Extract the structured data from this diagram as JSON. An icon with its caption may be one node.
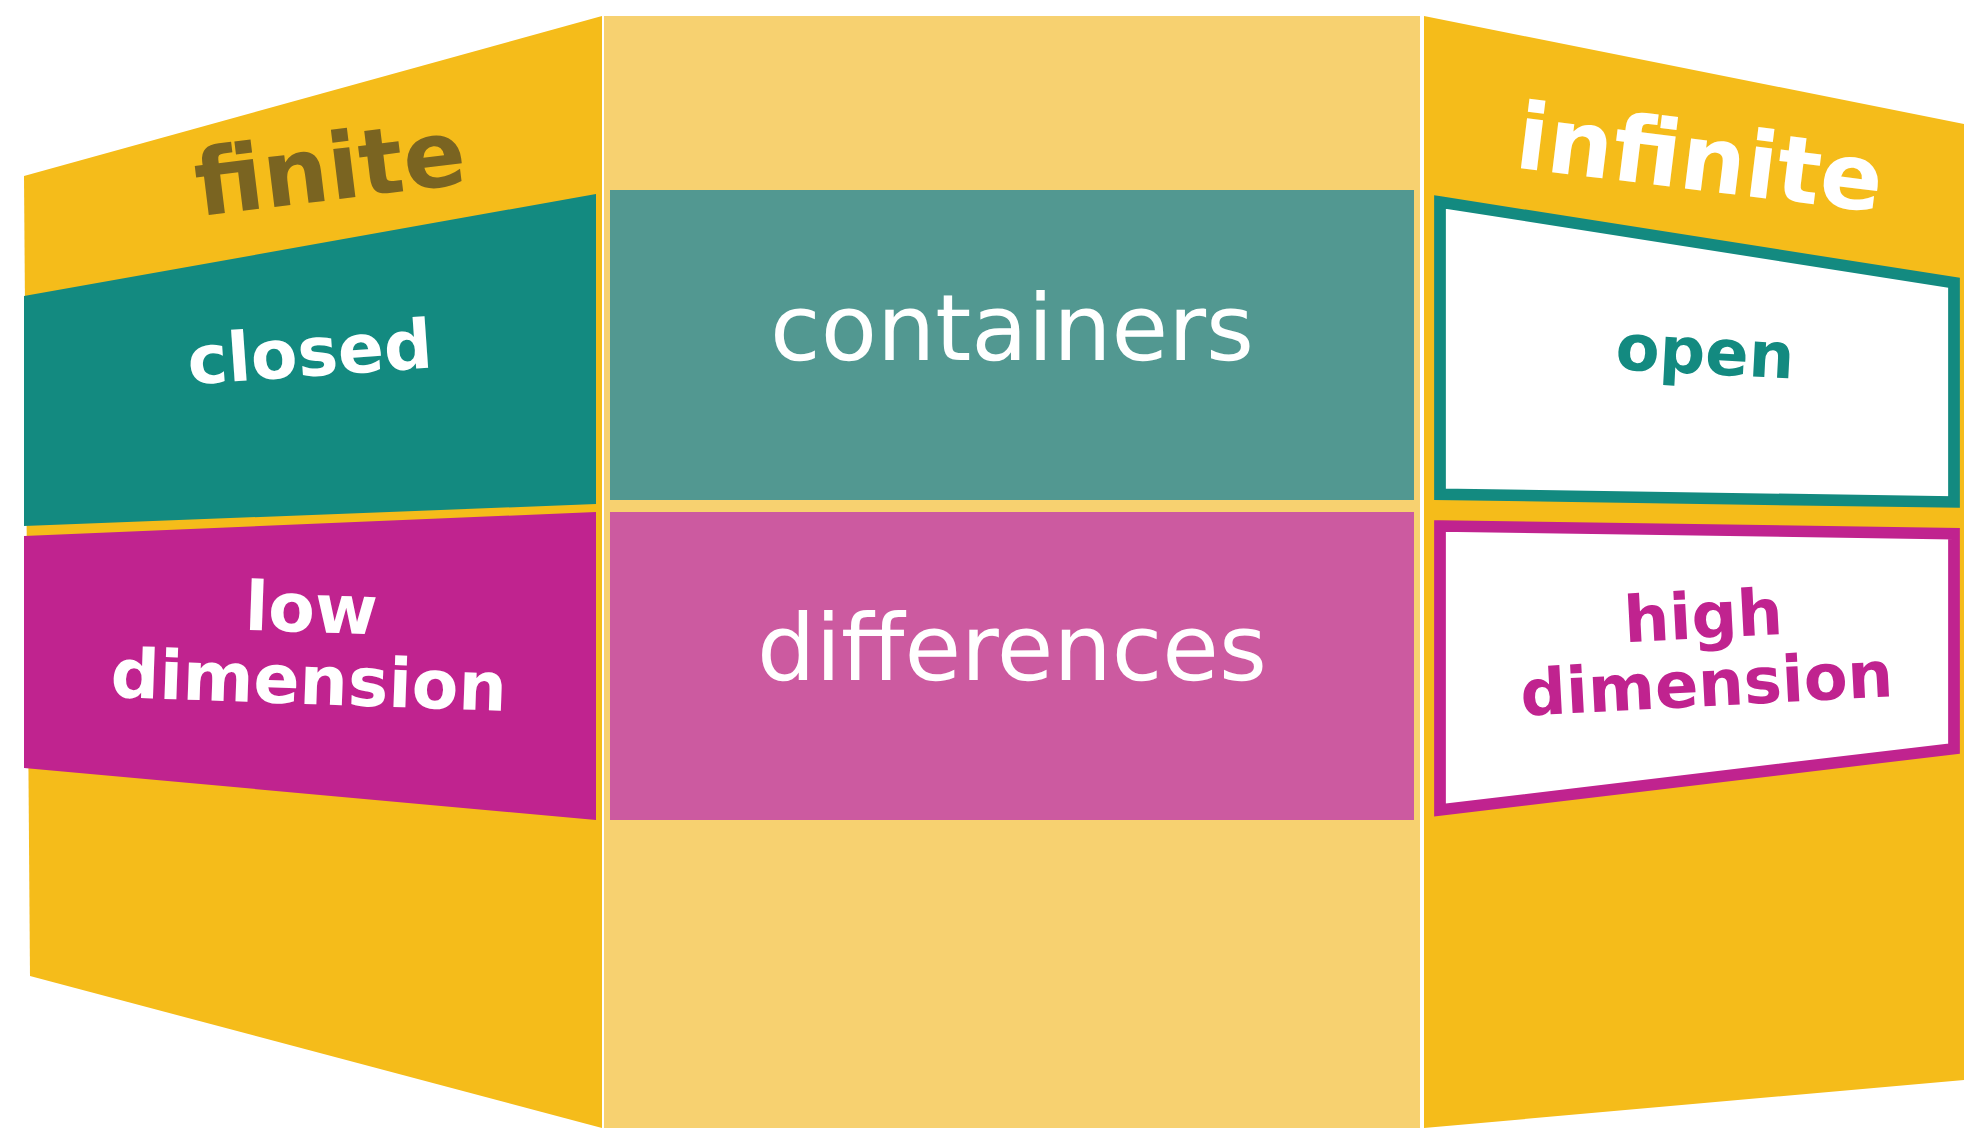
{
  "diagram": {
    "nodes": [
      {
        "text": [
          "finite"
        ]
      },
      {
        "text": [
          "closed"
        ],
        "in": 0
      },
      {
        "text": [
          "low dimension"
        ],
        "in": 0
      },
      {
        "text": [],
        "shape": "box"
      },
      {
        "text": [
          "containers"
        ],
        "in": 3
      },
      {
        "text": [
          "differences"
        ],
        "in": 3
      },
      {
        "text": [
          "infinite"
        ]
      },
      {
        "text": [
          "open"
        ],
        "in": 6
      },
      {
        "text": [
          "high dimension"
        ],
        "in": 6
      }
    ]
  }
}
